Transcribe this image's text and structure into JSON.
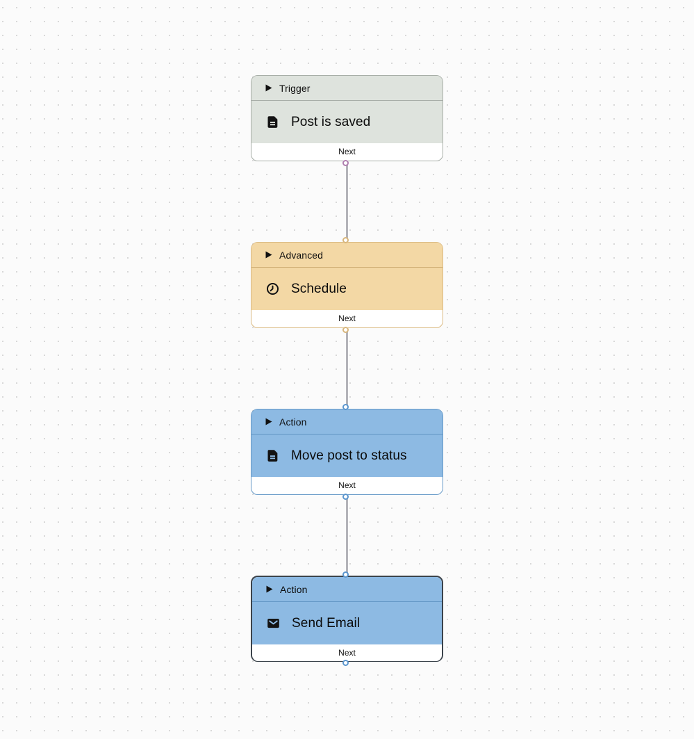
{
  "ui": {
    "next_label": "Next",
    "canvas_background": "#fbfbfb",
    "grid_dot_color": "#d8d8d8",
    "connector_color": "#b3b3b9",
    "selected_border_color": "#3b434b"
  },
  "nodes": [
    {
      "category": "Trigger",
      "title": "Post is saved",
      "icon": "document-icon",
      "fill": "#dee3dd",
      "border": "#a7aea7",
      "divider": "#a7aea7",
      "port_color": "#b07fb0",
      "has_input_port": false,
      "selected": false
    },
    {
      "category": "Advanced",
      "title": "Schedule",
      "icon": "clock-icon",
      "fill": "#f3d8a5",
      "border": "#dbba82",
      "divider": "#cfae74",
      "port_color": "#d8b67c",
      "has_input_port": true,
      "selected": false
    },
    {
      "category": "Action",
      "title": "Move post to status",
      "icon": "document-icon",
      "fill": "#8dbae3",
      "border": "#6699c7",
      "divider": "#6195c4",
      "port_color": "#5b96ce",
      "has_input_port": true,
      "selected": false
    },
    {
      "category": "Action",
      "title": "Send Email",
      "icon": "email-icon",
      "fill": "#8dbae3",
      "border": "#6699c7",
      "divider": "#6195c4",
      "port_color": "#5b96ce",
      "has_input_port": true,
      "selected": true
    }
  ]
}
